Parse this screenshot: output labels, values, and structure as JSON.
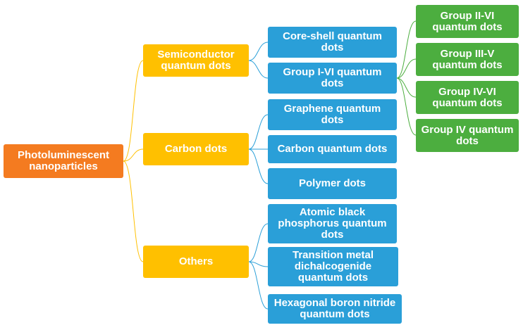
{
  "root": {
    "label": "Photoluminescent\nnanoparticles"
  },
  "categories": [
    {
      "label": "Semiconductor\nquantum dots",
      "children": [
        {
          "label": "Core-shell quantum\ndots"
        },
        {
          "label": "Group I-VI quantum\ndots"
        }
      ]
    },
    {
      "label": "Carbon dots",
      "children": [
        {
          "label": "Graphene quantum\ndots"
        },
        {
          "label": "Carbon quantum dots"
        },
        {
          "label": "Polymer dots"
        }
      ]
    },
    {
      "label": "Others",
      "children": [
        {
          "label": "Atomic black\nphosphorus quantum\ndots"
        },
        {
          "label": "Transition metal\ndichalcogenide\nquantum dots"
        },
        {
          "label": "Hexagonal boron nitride\nquantum dots"
        }
      ]
    }
  ],
  "groups": [
    {
      "label": "Group  II-VI\nquantum dots"
    },
    {
      "label": "Group III-V\nquantum dots"
    },
    {
      "label": "Group IV-VI\nquantum dots"
    },
    {
      "label": "Group IV quantum\ndots"
    }
  ],
  "colors": {
    "root": "#f47b20",
    "level1": "#ffc000",
    "level2": "#2a9fd8",
    "level3": "#4cae3f",
    "connector_level1": "#ffc000",
    "connector_level2": "#2a9fd8",
    "connector_level3": "#4cae3f"
  }
}
